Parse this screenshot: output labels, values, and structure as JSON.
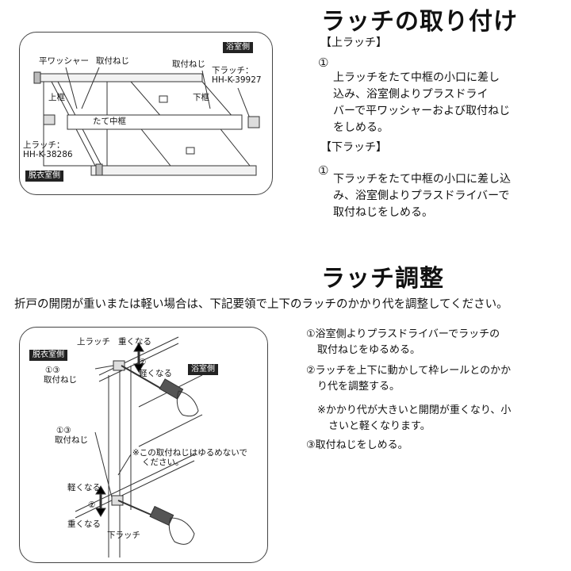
{
  "install": {
    "title": "ラッチの取り付け",
    "upper_header": "【上ラッチ】",
    "upper_num": "①",
    "upper_lines": [
      "上ラッチをたて中框の小口に差し",
      "込み、浴室側よりプラスドライ",
      "バーで平ワッシャーおよび取付ねじ",
      "をしめる。"
    ],
    "lower_header": "【下ラッチ】",
    "lower_num": "①",
    "lower_lines": [
      "下ラッチをたて中框の小口に差し込",
      "み、浴室側よりプラスドライバーで",
      "取付ねじをしめる。"
    ]
  },
  "fig1": {
    "bathroom_side": "浴室側",
    "dressing_side": "脱衣室側",
    "flat_washer": "平ワッシャー",
    "mount_screw": "取付ねじ",
    "mount_screw2": "取付ねじ",
    "lower_latch": "下ラッチ：",
    "lower_latch_code": "HH-K-39927",
    "upper_frame": "上框",
    "lower_frame": "下框",
    "vertical_mid_frame": "たて中框",
    "upper_latch": "上ラッチ：",
    "upper_latch_code": "HH-K-38286"
  },
  "adjust": {
    "title": "ラッチ調整",
    "intro": "折戸の開閉が重いまたは軽い場合は、下記要領で上下のラッチのかかり代を調整してください。",
    "step1_lines": [
      "①浴室側よりプラスドライバーでラッチの",
      "取付ねじをゆるめる。"
    ],
    "step2_lines": [
      "②ラッチを上下に動かして枠レールとのかか",
      "り代を調整する。"
    ],
    "note_lines": [
      "※かかり代が大きいと開閉が重くなり、小",
      "さいと軽くなります。"
    ],
    "step3": "③取付ねじをしめる。"
  },
  "fig2": {
    "upper_latch": "上ラッチ",
    "heavier": "重くなる",
    "lighter": "軽くなる",
    "num2a": "②",
    "dressing_side": "脱衣室側",
    "bathroom_side": "浴室側",
    "num13a": "①③",
    "screw_a": "取付ねじ",
    "num13b": "①③",
    "screw_b": "取付ねじ",
    "note_line1": "※この取付ねじはゆるめないで",
    "note_line2": "ください。",
    "lighter2": "軽くなる",
    "num2b": "②",
    "heavier2": "重くなる",
    "lower_latch": "下ラッチ"
  }
}
